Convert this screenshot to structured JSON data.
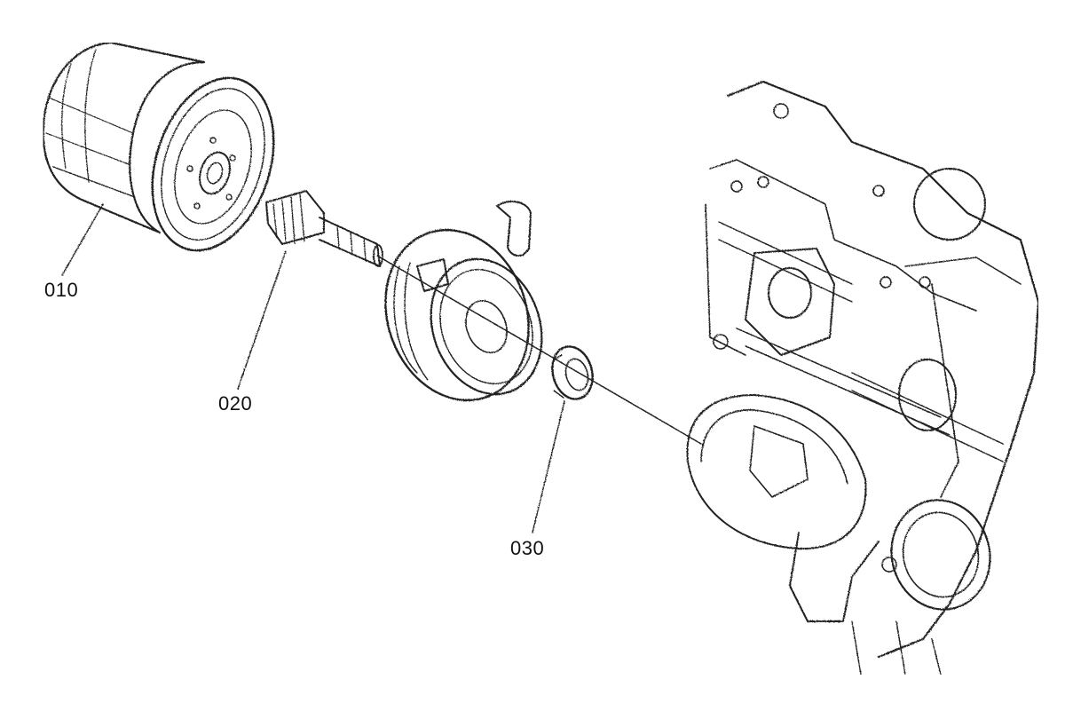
{
  "diagram": {
    "callouts": [
      {
        "id": "010"
      },
      {
        "id": "020"
      },
      {
        "id": "030"
      }
    ]
  }
}
